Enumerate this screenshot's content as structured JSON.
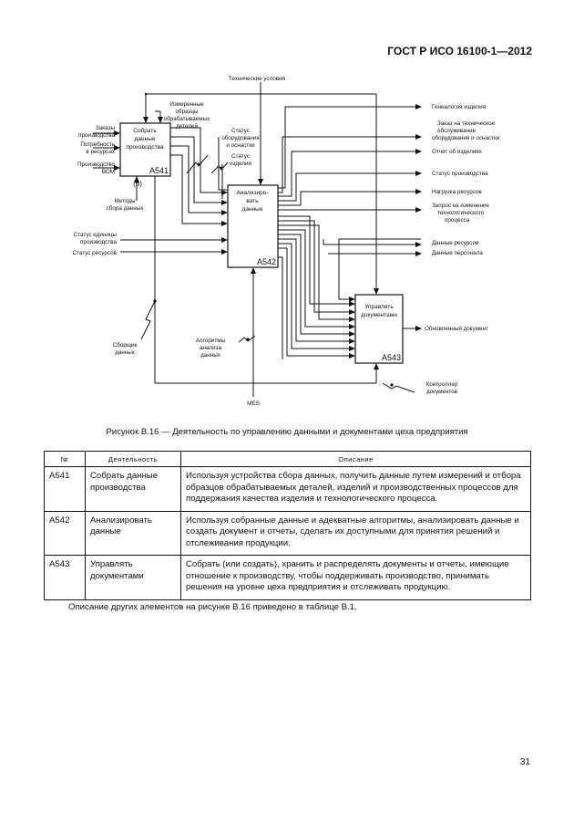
{
  "header": {
    "title": "ГОСТ Р ИСО 16100-1—2012"
  },
  "diagram": {
    "boxes": {
      "a541": {
        "label_lines": [
          "Собрать",
          "данные",
          "производства"
        ],
        "code": "А541"
      },
      "a542": {
        "label_lines": [
          "Анализиро-",
          "вать",
          "данные"
        ],
        "code": "А542"
      },
      "a543": {
        "label_lines": [
          "Управлять",
          "документами"
        ],
        "code": "А543"
      }
    },
    "inputs_left": {
      "orders": [
        "Заказы",
        "производства"
      ],
      "needs": [
        "Потребность",
        "в ресурсах"
      ],
      "bom": [
        "Производство",
        "ВОМ"
      ],
      "unit_status": [
        "Статус единицы",
        "производства"
      ],
      "resource_status": "Статус ресурсов"
    },
    "controls": {
      "tech_conditions": "Технические условия",
      "measured_samples": [
        "Измеренные",
        "образцы",
        "обрабатываемых",
        "деталей"
      ],
      "equipment_status": [
        "Статус",
        "оборудования",
        "и оснастки"
      ],
      "product_status": [
        "Статус",
        "изделия"
      ],
      "collection_methods": [
        "Методы",
        "сбора данных"
      ],
      "analysis_algorithms": [
        "Алгоритмы",
        "анализа",
        "данных"
      ],
      "data_collectors": [
        "Сборщик",
        "данных"
      ],
      "document_controller": [
        "Контроллер",
        "документов"
      ],
      "mes": "MES"
    },
    "outputs_right": {
      "product_genealogy": "Генеалогия изделия",
      "maintenance_request": [
        "Заказ на техническое",
        "обслуживание",
        "оборудования и оснастки"
      ],
      "product_report": "Отчет об изделиях",
      "production_status": "Статус производства",
      "resource_loading": "Нагрузка ресурсов",
      "change_request": [
        "Запрос на изменение",
        "технологического",
        "процесса"
      ],
      "resource_data": "Данные ресурсов",
      "personnel_data": "Данные персонала",
      "updated_document": "Обновленный документ"
    },
    "callout_marker": "(6)"
  },
  "caption": "Рисунок В.16 — Деятельность по управлению данными и документами цеха предприятия",
  "table": {
    "headers": [
      "№",
      "Деятельность",
      "Описание"
    ],
    "rows": [
      {
        "no": "А541",
        "activity": "Собрать данные производства",
        "description": "Используя устройства сбора данных, получить данные путем измерений и отбора образцов обрабатываемых деталей, изделий и производственных процессов для поддержания качества изделия и технологического процесса."
      },
      {
        "no": "А542",
        "activity": "Анализировать данные",
        "description": "Используя собранные данные и адекватные алгоритмы, анализировать данные и создать документ и отчеты, сделать их доступными для принятия решений и отслеживания продукции."
      },
      {
        "no": "А543",
        "activity": "Управлять документами",
        "description": "Собрать (или создать), хранить и распределять документы и отчеты, имеющие отношение к производству, чтобы поддерживать производство, принимать решения на уровне цеха предприятия и отслеживать продукцию."
      }
    ]
  },
  "note": "Описание других элементов на рисунке В.16 приведено в таблице В.1.",
  "page_number": "31"
}
